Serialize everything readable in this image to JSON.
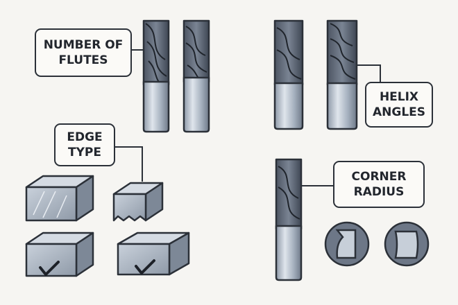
{
  "labels": {
    "flutes": "NUMBER OF\nFLUTES",
    "helix": "HELIX\nANGLES",
    "edge": "EDGE\nTYPE",
    "corner": "CORNER\nRADIUS"
  },
  "colors": {
    "background": "#f6f5f2",
    "outline": "#2b3038",
    "tool_dark": "#5b6472",
    "tool_light": "#a9b4c2",
    "label_bg": "#fbfaf7"
  }
}
